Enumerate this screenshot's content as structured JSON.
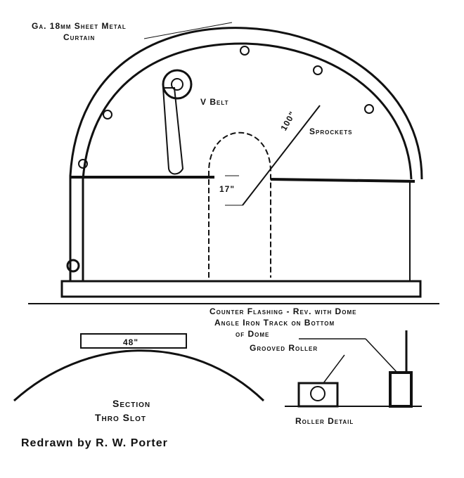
{
  "labels": {
    "curtain_line1": "Ga. 18mm Sheet Metal",
    "curtain_line2": "Curtain",
    "v_belt": "V Belt",
    "sprockets": "Sprockets",
    "radius": "100\"",
    "slot_width": "17\"",
    "counter_flashing": "Counter Flashing - Rev. with Dome",
    "angle_iron_1": "Angle Iron Track on Bottom",
    "angle_iron_2": "of Dome",
    "grooved_roller": "Grooved Roller",
    "section_1": "Section",
    "section_2": "Thro Slot",
    "section_width": "48\"",
    "roller_detail": "Roller Detail",
    "credit": "Redrawn by R. W. Porter"
  }
}
